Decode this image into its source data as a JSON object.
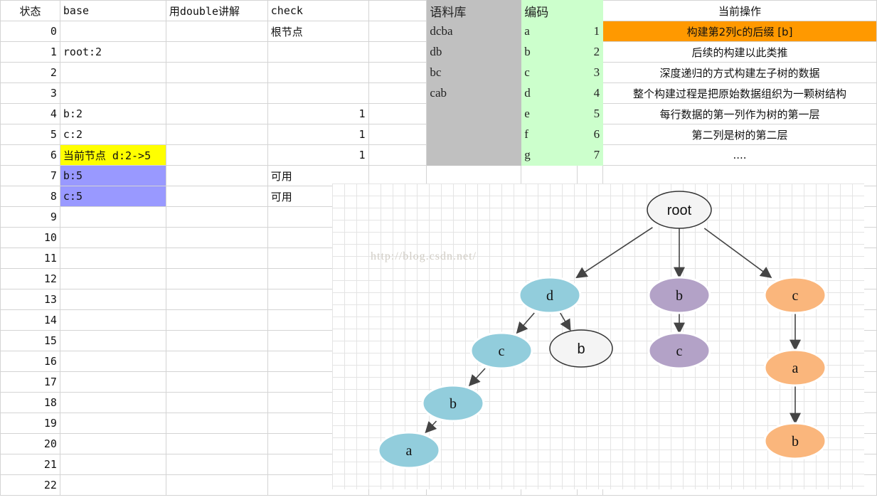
{
  "headers": {
    "state": "状态",
    "base": "base",
    "double": "用double讲解",
    "check": "check",
    "corpus": "语料库",
    "code": "编码",
    "op": "当前操作"
  },
  "rows": [
    {
      "state": "0",
      "base": "",
      "check": "根节点",
      "check_num": ""
    },
    {
      "state": "1",
      "base": "root:2",
      "check": "",
      "check_num": ""
    },
    {
      "state": "2",
      "base": "",
      "check": "",
      "check_num": ""
    },
    {
      "state": "3",
      "base": "",
      "check": "",
      "check_num": ""
    },
    {
      "state": "4",
      "base": "b:2",
      "check": "",
      "check_num": "1"
    },
    {
      "state": "5",
      "base": "c:2",
      "check": "",
      "check_num": "1"
    },
    {
      "state": "6",
      "base": "当前节点 d:2->5",
      "check": "",
      "check_num": "1",
      "highlight": "yellow"
    },
    {
      "state": "7",
      "base": "b:5",
      "check": "可用",
      "check_num": "",
      "highlight": "purple"
    },
    {
      "state": "8",
      "base": "c:5",
      "check": "可用",
      "check_num": "",
      "highlight": "purple"
    },
    {
      "state": "9"
    },
    {
      "state": "10"
    },
    {
      "state": "11"
    },
    {
      "state": "12"
    },
    {
      "state": "13"
    },
    {
      "state": "14"
    },
    {
      "state": "15"
    },
    {
      "state": "16"
    },
    {
      "state": "17"
    },
    {
      "state": "18"
    },
    {
      "state": "19"
    },
    {
      "state": "20"
    },
    {
      "state": "21"
    },
    {
      "state": "22"
    }
  ],
  "corpus": [
    "dcba",
    "db",
    "bc",
    "cab",
    "",
    "",
    ""
  ],
  "codes": [
    {
      "ch": "a",
      "n": "1"
    },
    {
      "ch": "b",
      "n": "2"
    },
    {
      "ch": "c",
      "n": "3"
    },
    {
      "ch": "d",
      "n": "4"
    },
    {
      "ch": "e",
      "n": "5"
    },
    {
      "ch": "f",
      "n": "6"
    },
    {
      "ch": "g",
      "n": "7"
    }
  ],
  "operations": [
    "构建第2列c的后缀 [b]",
    "后续的构建以此类推",
    "深度递归的方式构建左子树的数据",
    "整个构建过程是把原始数据组织为一颗树结构",
    "每行数据的第一列作为树的第一层",
    "第二列是树的第二层",
    "...."
  ],
  "colors": {
    "yellow": "#ffff00",
    "purple": "#9999ff",
    "orange": "#ff9900",
    "gray": "#c0c0c0",
    "green": "#ccffcc",
    "blue_node": "#92cddc",
    "purple_node": "#b3a2c7",
    "orange_node": "#fab67c"
  },
  "diagram": {
    "watermark": "http://blog.csdn.net/",
    "nodes": [
      {
        "id": "root",
        "label": "root",
        "color": "white"
      },
      {
        "id": "d1",
        "label": "d",
        "color": "blue"
      },
      {
        "id": "b1",
        "label": "b",
        "color": "purple"
      },
      {
        "id": "c1",
        "label": "c",
        "color": "orange"
      },
      {
        "id": "c2",
        "label": "c",
        "color": "blue"
      },
      {
        "id": "b2",
        "label": "b",
        "color": "white"
      },
      {
        "id": "c3",
        "label": "c",
        "color": "purple"
      },
      {
        "id": "b3",
        "label": "b",
        "color": "blue"
      },
      {
        "id": "a1",
        "label": "a",
        "color": "orange"
      },
      {
        "id": "a2",
        "label": "a",
        "color": "blue"
      },
      {
        "id": "b4",
        "label": "b",
        "color": "orange"
      }
    ],
    "edges": [
      [
        "root",
        "d1"
      ],
      [
        "root",
        "b1"
      ],
      [
        "root",
        "c1"
      ],
      [
        "d1",
        "c2"
      ],
      [
        "d1",
        "b2"
      ],
      [
        "b1",
        "c3"
      ],
      [
        "c2",
        "b3"
      ],
      [
        "c1",
        "a1"
      ],
      [
        "b3",
        "a2"
      ],
      [
        "a1",
        "b4"
      ]
    ]
  }
}
